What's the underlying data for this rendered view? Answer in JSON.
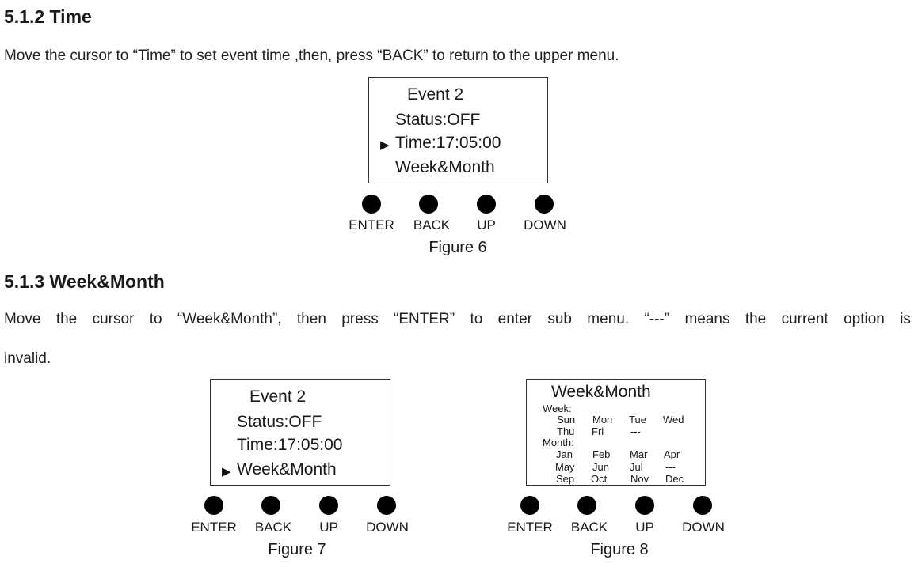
{
  "sec_time": {
    "heading": "5.1.2 Time",
    "para": "Move the cursor to “Time” to set event time ,then, press “BACK” to return to the upper menu."
  },
  "fig6": {
    "lines": [
      "Event 2",
      "Status:OFF",
      "Time:17:05:00",
      "Week&Month"
    ],
    "cursor_symbol": "▶",
    "selected_index": 2,
    "buttons": [
      "ENTER",
      "BACK",
      "UP",
      "DOWN"
    ],
    "caption": "Figure 6"
  },
  "sec_week": {
    "heading": "5.1.3 Week&Month",
    "para_line1_words": [
      "Move",
      "the",
      "cursor",
      "to",
      "“Week&Month”,",
      "then",
      "press",
      "“ENTER”",
      "to",
      "enter",
      "sub",
      "menu.",
      "“---”",
      "means",
      "the",
      "current",
      "option",
      "is"
    ],
    "para_line2": "invalid."
  },
  "fig7": {
    "lines": [
      "Event 2",
      "Status:OFF",
      "Time:17:05:00",
      "Week&Month"
    ],
    "cursor_symbol": "▶",
    "selected_index": 3,
    "buttons": [
      "ENTER",
      "BACK",
      "UP",
      "DOWN"
    ],
    "caption": "Figure 7"
  },
  "fig8": {
    "title": "Week&Month",
    "week_label": "Week:",
    "week_rows": [
      [
        "Sun",
        "Mon",
        "Tue",
        "Wed"
      ],
      [
        "Thu",
        "Fri",
        "---"
      ]
    ],
    "month_label": "Month:",
    "month_rows": [
      [
        "Jan",
        "Feb",
        "Mar",
        "Apr"
      ],
      [
        "May",
        "Jun",
        "Jul",
        "---"
      ],
      [
        "Sep",
        "Oct",
        "Nov",
        "Dec"
      ]
    ],
    "buttons": [
      "ENTER",
      "BACK",
      "UP",
      "DOWN"
    ],
    "caption": "Figure 8"
  }
}
